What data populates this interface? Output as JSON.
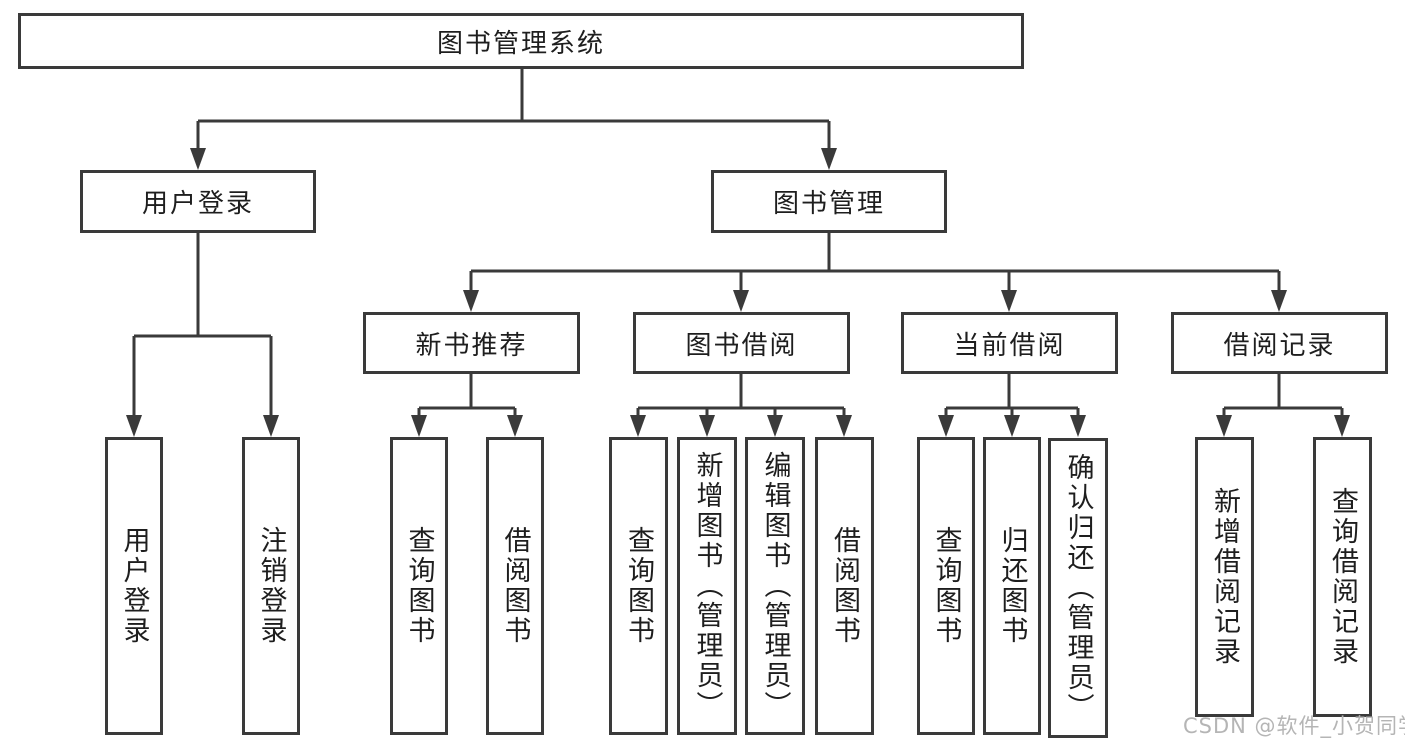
{
  "tree": {
    "root": {
      "label": "图书管理系统"
    },
    "branches": [
      {
        "label": "用户登录",
        "children": [
          {
            "label": "用户登录"
          },
          {
            "label": "注销登录"
          }
        ]
      },
      {
        "label": "图书管理",
        "children": [
          {
            "label": "新书推荐",
            "children": [
              {
                "label": "查询图书"
              },
              {
                "label": "借阅图书"
              }
            ]
          },
          {
            "label": "图书借阅",
            "children": [
              {
                "label": "查询图书"
              },
              {
                "label": "新增图书（管理员）"
              },
              {
                "label": "编辑图书（管理员）"
              },
              {
                "label": "借阅图书"
              }
            ]
          },
          {
            "label": "当前借阅",
            "children": [
              {
                "label": "查询图书"
              },
              {
                "label": "归还图书"
              },
              {
                "label": "确认归还（管理员）"
              }
            ]
          },
          {
            "label": "借阅记录",
            "children": [
              {
                "label": "新增借阅记录"
              },
              {
                "label": "查询借阅记录"
              }
            ]
          }
        ]
      }
    ]
  },
  "watermark": "CSDN @软件_小贺同学",
  "colors": {
    "line": "#3a3a3a",
    "box_border": "#3a3a3a",
    "text": "#1e1e1e",
    "watermark": "#b5b5b5",
    "background": "#ffffff"
  }
}
